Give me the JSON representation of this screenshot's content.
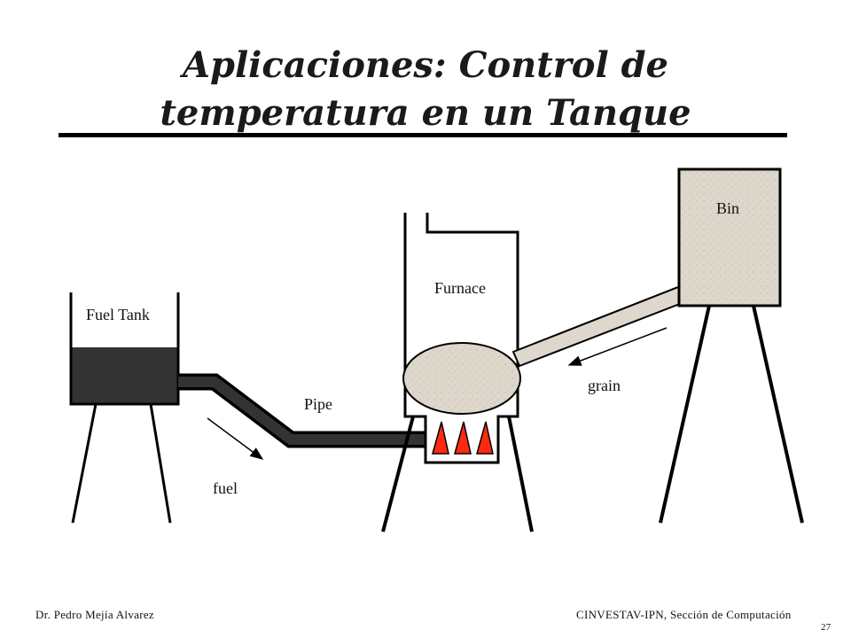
{
  "slide": {
    "title_line1": "Aplicaciones: Control de",
    "title_line2": "temperatura en un Tanque"
  },
  "diagram": {
    "labels": {
      "fuel_tank": "Fuel Tank",
      "pipe": "Pipe",
      "fuel": "fuel",
      "furnace": "Furnace",
      "grain": "grain",
      "bin": "Bin"
    },
    "colors": {
      "fuel_fill": "#333333",
      "grain_fill": "#d9d3c8",
      "flame": "#ff2a10",
      "outline": "#000000"
    }
  },
  "footer": {
    "author": "Dr. Pedro Mejía Alvarez",
    "institution": "CINVESTAV-IPN,  Sección de Computación",
    "page_number": "27"
  }
}
